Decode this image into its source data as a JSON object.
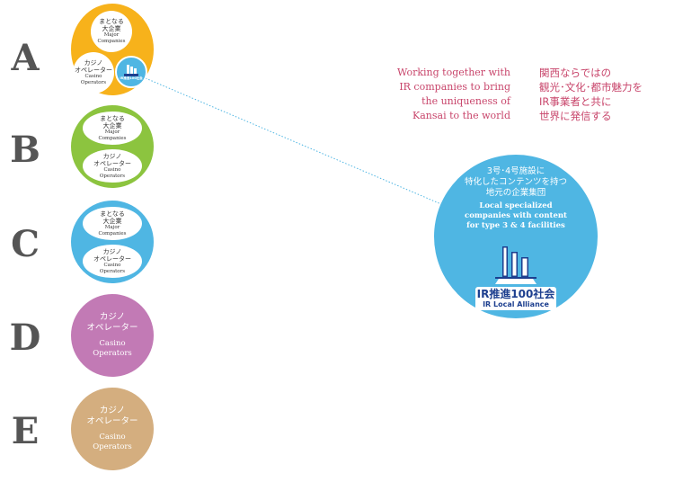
{
  "letters": [
    "A",
    "B",
    "C",
    "D",
    "E"
  ],
  "oval_labels": {
    "major_jp": [
      "まとなる",
      "大企業"
    ],
    "major_en": [
      "Major",
      "Companies"
    ],
    "casino_jp": [
      "カジノ",
      "オペレーター"
    ],
    "casino_en": [
      "Casino",
      "Operators"
    ]
  },
  "tagline": {
    "en": [
      "Working together with",
      "IR companies to bring",
      "the uniqueness of",
      "Kansai to the world"
    ],
    "jp": [
      "関西ならではの",
      "観光･文化･都市魅力を",
      "IR事業者と共に",
      "世界に発信する"
    ]
  },
  "big_circle": {
    "jp": [
      "3号･4号施設に",
      "特化したコンテンツを持つ",
      "地元の企業集団"
    ],
    "en": [
      "Local specialized",
      "companies with content",
      "for type 3 & 4 facilities"
    ],
    "logo_jp": "IR推進100社会",
    "logo_en": "IR Local Alliance"
  },
  "colors": {
    "orange": "#f7b21b",
    "green": "#8cc43f",
    "blue": "#4fb6e3",
    "purple": "#c27ab5",
    "tan": "#d4ae7f",
    "tagline": "#c8456b",
    "logo_navy": "#1d3f8f"
  }
}
